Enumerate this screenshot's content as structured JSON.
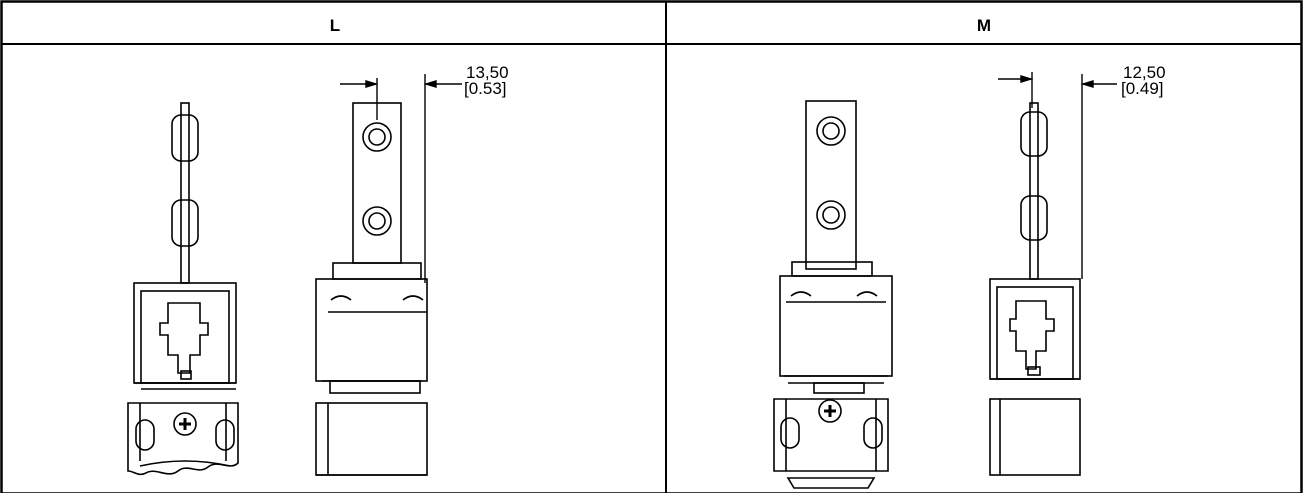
{
  "panels": [
    {
      "label": "L",
      "dimension_mm": "13,50",
      "dimension_in": "[0.53]"
    },
    {
      "label": "M",
      "dimension_mm": "12,50",
      "dimension_in": "[0.49]"
    }
  ],
  "colors": {
    "line": "#000000",
    "background": "#ffffff"
  }
}
